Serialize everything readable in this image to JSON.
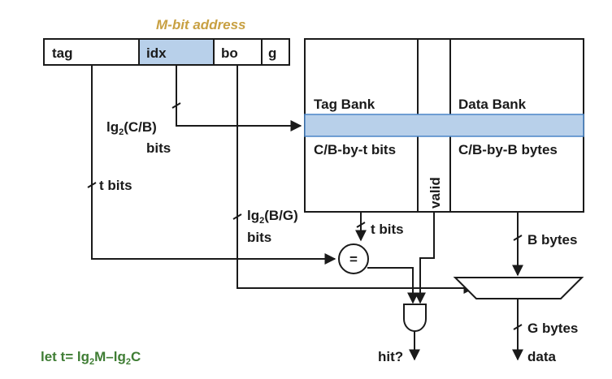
{
  "address": {
    "title": "M-bit address",
    "fields": [
      "tag",
      "idx",
      "bo",
      "g"
    ]
  },
  "wires": {
    "idx_width_main": "lg",
    "idx_width_sub": "2",
    "idx_width_arg": "(C/B)",
    "idx_width_unit": "bits",
    "tag_width": "t bits",
    "bo_width_main": "lg",
    "bo_width_sub": "2",
    "bo_width_arg": "(B/G)",
    "bo_width_unit": "bits",
    "tag_bank_out": "t bits",
    "data_bank_out": "B bytes",
    "mux_out": "G bytes"
  },
  "tag_bank": {
    "title": "Tag Bank",
    "dims": "C/B-by-t bits"
  },
  "valid": {
    "label": "valid"
  },
  "data_bank": {
    "title": "Data Bank",
    "dims": "C/B-by-B bytes"
  },
  "comparator": {
    "symbol": "="
  },
  "outputs": {
    "hit": "hit?",
    "data": "data"
  },
  "note": {
    "prefix": "let t= lg",
    "sub1": "2",
    "mid": "M–lg",
    "sub2": "2",
    "suffix": "C"
  },
  "colors": {
    "highlight": "#b8d0ea",
    "title": "#c8a042",
    "note": "#3f7d34",
    "line": "#1a1a1a",
    "row_stroke": "#4a86c8"
  }
}
